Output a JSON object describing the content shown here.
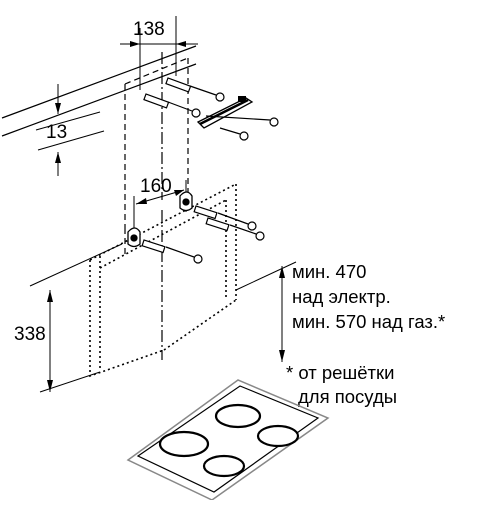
{
  "dimensions": {
    "top_spacing": "138",
    "mount_thickness": "13",
    "bracket_spacing": "160",
    "height": "338"
  },
  "notes": {
    "electric_line1": "мин. 470",
    "electric_line2": "над электр.",
    "gas_line": "мин. 570 над газ.*",
    "footnote_line1": "* от решётки",
    "footnote_line2": "для посуды"
  }
}
